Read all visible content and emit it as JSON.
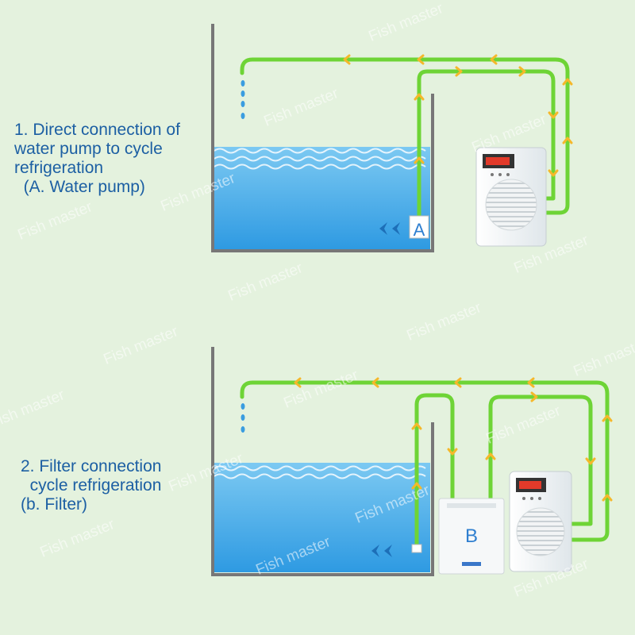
{
  "colors": {
    "background": "#e4f2de",
    "pipe": "#6ed436",
    "arrow": "#f5b82a",
    "water": "#4aaee8",
    "text": "#1c5fa3",
    "label": "#2f7fd0",
    "watermark": "#ffffff"
  },
  "section1": {
    "caption": [
      "1. Direct connection of",
      "water pump to cycle",
      "refrigeration",
      "  (A. Water pump)"
    ],
    "pump_label": "A"
  },
  "section2": {
    "caption": [
      "2. Filter connection",
      "  cycle refrigeration",
      "(b. Filter)"
    ],
    "filter_label": "B"
  },
  "watermark": "Fish master"
}
